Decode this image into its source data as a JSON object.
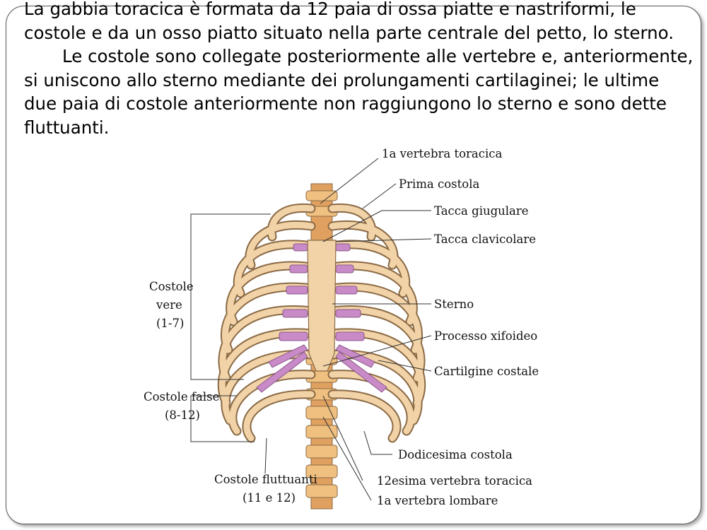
{
  "paragraph1": "La gabbia toracica è formata da 12 paia di ossa piatte e nastriformi, le costole e da un osso piatto situato nella parte centrale del petto, lo sterno.",
  "paragraph2": "Le costole sono collegate posteriormente alle vertebre e, anteriormente, si uniscono allo sterno mediante dei prolungamenti cartilaginei; le ultime due paia di costole anteriormente non raggiungono lo sterno e sono dette fluttuanti.",
  "figure": {
    "labels": {
      "first_thoracic_vertebra": "1a vertebra toracica",
      "first_rib": "Prima costola",
      "jugular_notch": "Tacca giugulare",
      "clavicular_notch": "Tacca clavicolare",
      "sternum": "Sterno",
      "xiphoid_process": "Processo xifoideo",
      "costal_cartilage": "Cartilgine costale",
      "twelfth_rib": "Dodicesima costola",
      "twelfth_thoracic_vertebra": "12esima vertebra toracica",
      "first_lumbar_vertebra": "1a vertebra lombare",
      "true_ribs_line1": "Costole",
      "true_ribs_line2": "vere",
      "true_ribs_line3": "(1-7)",
      "false_ribs_line1": "Costole false",
      "false_ribs_line2": "(8-12)",
      "floating_ribs_line1": "Costole fluttuanti",
      "floating_ribs_line2": "(11 e 12)"
    },
    "colors": {
      "bone": "#f2d3a8",
      "bone_outline": "#8a6a45",
      "cartilage": "#c98ac8",
      "spine": "#e0a060"
    }
  }
}
